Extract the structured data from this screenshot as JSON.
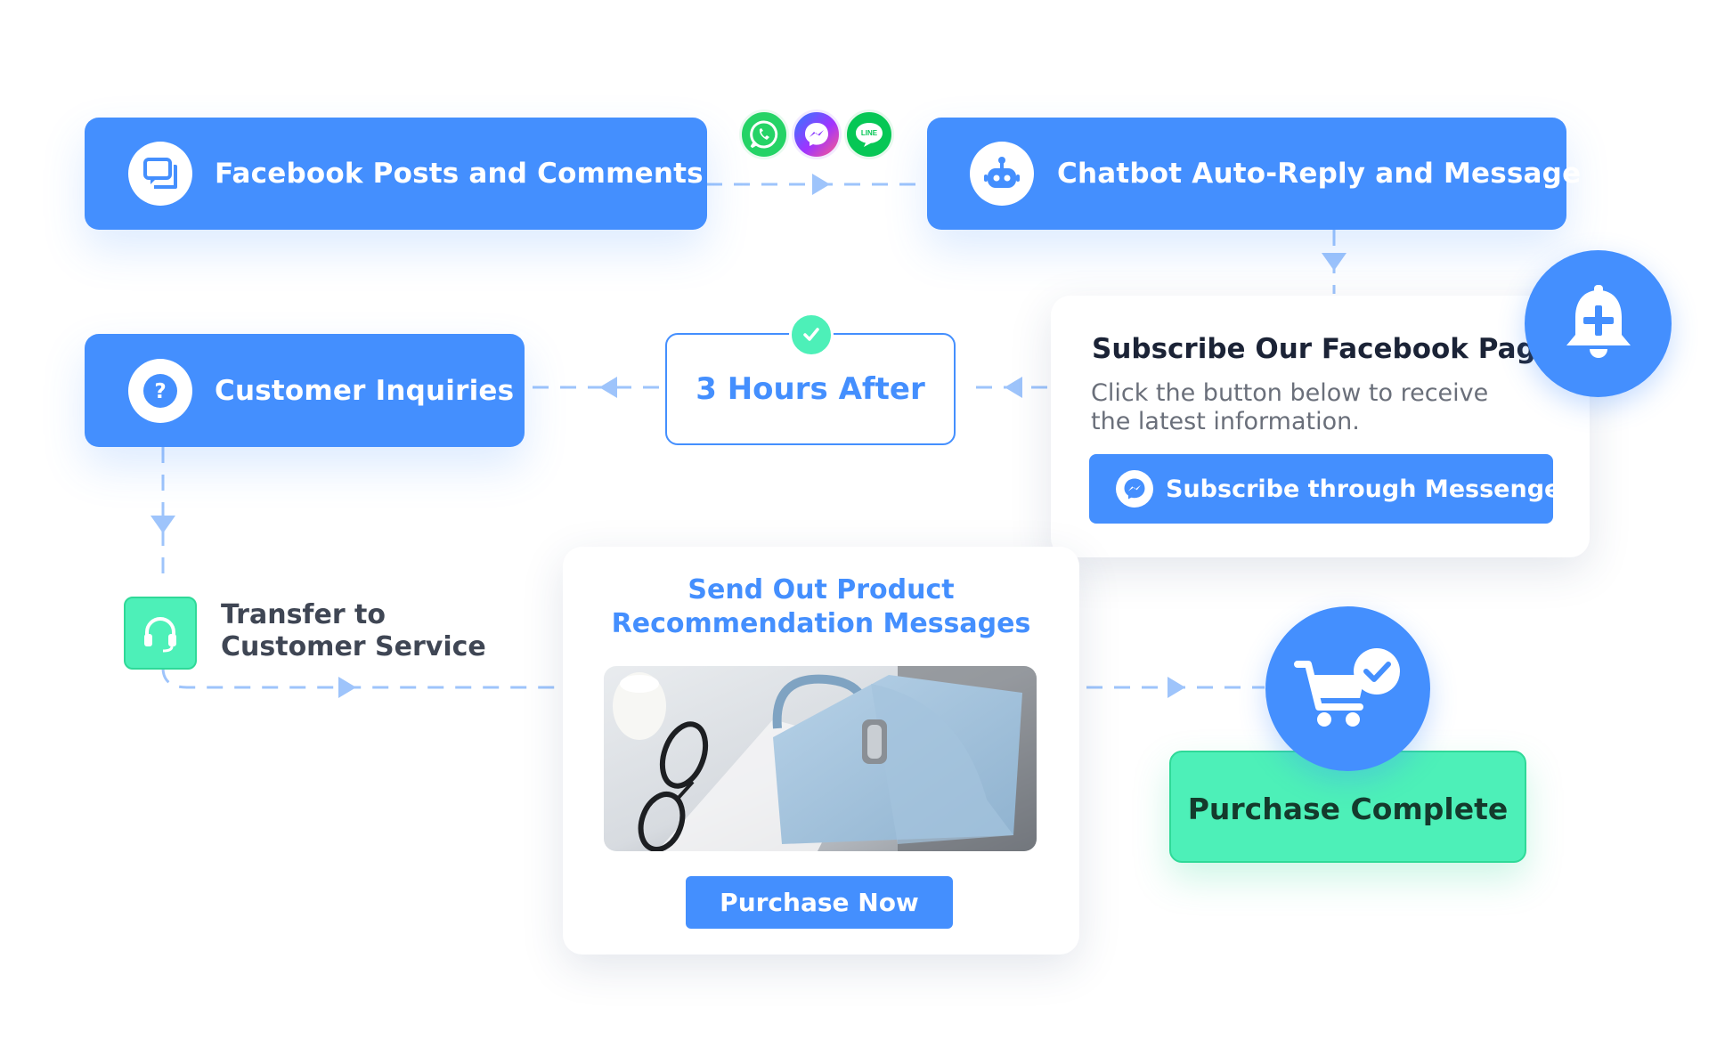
{
  "colors": {
    "primary": "#448ffe",
    "success": "#4df0b8",
    "connector": "#9ec4fb",
    "whatsapp": "#25d366",
    "line": "#06c755",
    "messenger_gradient": [
      "#a033ff",
      "#ff5c87"
    ]
  },
  "nodes": {
    "facebook_posts": {
      "label": "Facebook Posts and Comments",
      "icon": "chat-bubbles-icon"
    },
    "chatbot": {
      "label": "Chatbot Auto-Reply and Message",
      "icon": "robot-icon"
    },
    "customer_inquiries": {
      "label": "Customer Inquiries",
      "icon": "question-icon"
    },
    "wait": {
      "label": "3 Hours After",
      "icon": "check-icon"
    },
    "subscribe": {
      "title": "Subscribe Our Facebook Page",
      "description": "Click the button below to receive the latest information.",
      "button_label": "Subscribe through Messenger",
      "button_icon": "messenger-icon",
      "badge_icon": "bell-plus-icon"
    },
    "transfer": {
      "label": "Transfer to Customer Service",
      "icon": "headset-icon"
    },
    "product": {
      "title": "Send Out Product Recommendation Messages",
      "image_icon": "handbag-photo",
      "button_label": "Purchase Now"
    },
    "purchase": {
      "label": "Purchase Complete",
      "icon": "cart-check-icon"
    }
  },
  "channels": [
    {
      "name": "whatsapp",
      "icon": "whatsapp-icon"
    },
    {
      "name": "messenger",
      "icon": "messenger-icon"
    },
    {
      "name": "line",
      "icon": "line-icon",
      "text": "LINE"
    }
  ]
}
